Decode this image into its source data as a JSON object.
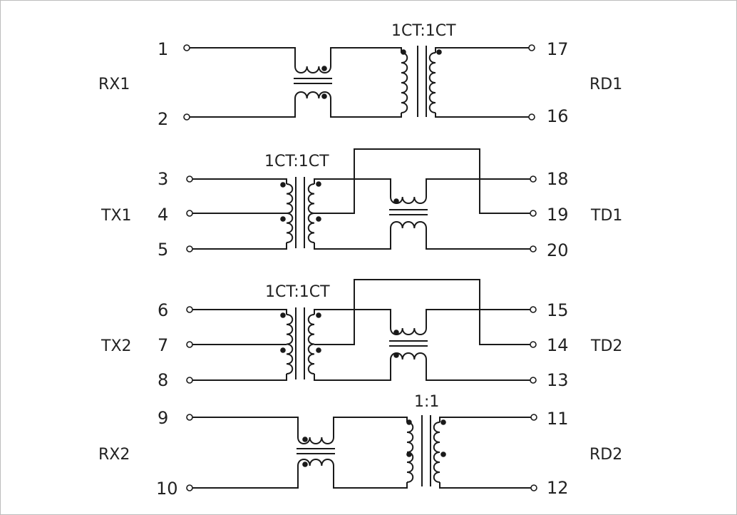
{
  "diagram": {
    "groups": [
      {
        "name": "RX1",
        "pins_left": [
          "1",
          "2"
        ],
        "pins_right": [
          "17",
          "16"
        ],
        "side_label": "RD1",
        "ratio": "1CT:1CT"
      },
      {
        "name": "TX1",
        "pins_left": [
          "3",
          "4",
          "5"
        ],
        "pins_right": [
          "18",
          "19",
          "20"
        ],
        "side_label": "TD1",
        "ratio": "1CT:1CT"
      },
      {
        "name": "TX2",
        "pins_left": [
          "6",
          "7",
          "8"
        ],
        "pins_right": [
          "15",
          "14",
          "13"
        ],
        "side_label": "TD2",
        "ratio": "1CT:1CT"
      },
      {
        "name": "RX2",
        "pins_left": [
          "9",
          "10"
        ],
        "pins_right": [
          "11",
          "12"
        ],
        "side_label": "RD2",
        "ratio": "1:1"
      }
    ],
    "colors": {
      "line": "#1a1a1a",
      "frame": "#bdbdbd",
      "background": "#ffffff"
    }
  }
}
